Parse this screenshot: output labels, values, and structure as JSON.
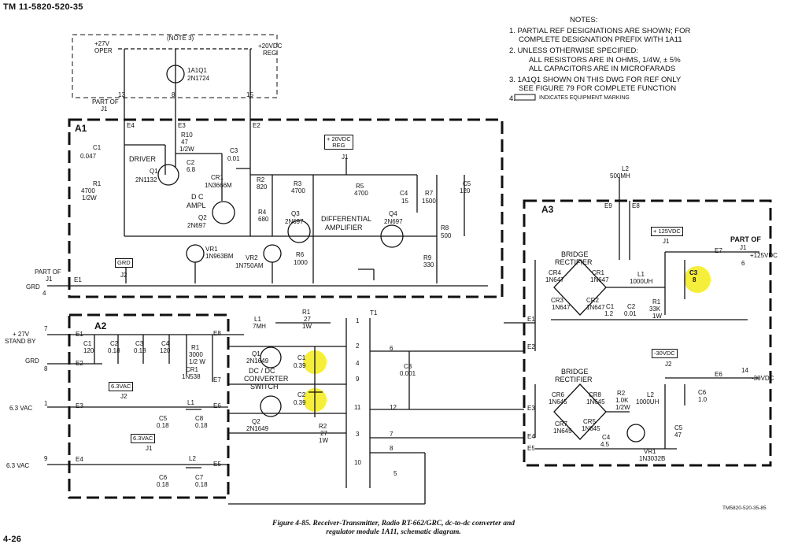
{
  "header": {
    "doc_id": "TM 11-5820-520-35"
  },
  "notes": {
    "title": "NOTES:",
    "items": [
      "1.  PARTIAL REF DESIGNATIONS ARE SHOWN; FOR",
      "COMPLETE DESIGNATION PREFIX WITH 1A11",
      "2.  UNLESS OTHERWISE SPECIFIED:",
      "ALL RESISTORS ARE IN OHMS, 1/4W, ± 5%",
      "ALL CAPACITORS ARE IN MICROFARADS",
      "3.  1A1Q1 SHOWN ON THIS DWG FOR REF ONLY",
      "SEE FIGURE 79 FOR COMPLETE FUNCTION",
      "4.",
      "INDICATES EQUIPMENT MARKING"
    ]
  },
  "modules": {
    "a1": "A1",
    "a2": "A2",
    "a3": "A3"
  },
  "top": {
    "note3": "(NOTE 3)",
    "v27_oper": "+27V",
    "oper": "OPER",
    "v20_reg": "+20VDC",
    "reg": "REG",
    "q_ref": "1A1Q1",
    "q_type": "2N1724",
    "pins": [
      "13",
      "8",
      "15"
    ],
    "part_of": "PART OF",
    "j1": "J1",
    "e_labels": [
      "E4",
      "E3",
      "E2"
    ]
  },
  "a1": {
    "c1": "C1",
    "c1_val": "0.047",
    "driver": "DRIVER",
    "q1": "Q1",
    "q1_type": "2N1132",
    "r1": "R1",
    "r1_val": "4700",
    "r1_w": "1/2W",
    "r10": "R10",
    "r10_val": "47",
    "r10_w": "1/2W",
    "c2": "C2",
    "c2_val": "6.8",
    "c3": "C3",
    "c3_val": "0.01",
    "cr1": "CR1",
    "cr1_type": "1N3666M",
    "r2": "R2",
    "r2_val": "820",
    "dc_ampl": "D C",
    "ampl": "AMPL",
    "q2": "Q2",
    "q2_type": "2N697",
    "r3": "R3",
    "r3_val": "4700",
    "r4": "R4",
    "r4_val": "680",
    "q3": "Q3",
    "q3_type": "2N697",
    "vr1": "VR1",
    "vr1_type": "1N963BM",
    "vr2": "VR2",
    "vr2_type": "1N750AM",
    "r6": "R6",
    "r6_val": "1000",
    "v20": "+ 20VDC",
    "v20_reg": "REG",
    "j1": "J1",
    "r5": "R5",
    "r5_val": "4700",
    "diff": "DIFFERENTIAL",
    "amp": "AMPLIFIER",
    "q4": "Q4",
    "q4_type": "2N697",
    "c4": "C4",
    "c4_val": "15",
    "r7": "R7",
    "r7_val": "1500",
    "r8": "R8",
    "r8_val": "500",
    "r9": "R9",
    "r9_val": "330",
    "c5": "C5",
    "c5_val": "120",
    "grd_box": "GRD",
    "j2": "J2",
    "part_of": "PART OF",
    "j1b": "J1",
    "grd": "GRD",
    "pin4": "4",
    "e1": "E1"
  },
  "a2": {
    "v27": "+ 27V",
    "stand_by": "STAND BY",
    "pin7": "7",
    "e1": "E1",
    "e2": "E2",
    "grd": "GRD",
    "pin8": "8",
    "c1": "C1",
    "c1_val": "120",
    "c2": "C2",
    "c2_val": "0.18",
    "c3": "C3",
    "c3_val": "0.18",
    "c4": "C4",
    "c4_val": "120",
    "r1": "R1",
    "r1_val": "3000",
    "r1_w": "1/2 W",
    "cr1": "CR1",
    "cr1_type": "1N538",
    "e8": "E8",
    "e7": "E7",
    "v63_box": "6.3VAC",
    "j2": "J2",
    "v63": "6.3 VAC",
    "pin1": "1",
    "e3": "E3",
    "c5": "C5",
    "c5_val": "0.18",
    "l1": "L1",
    "c8": "C8",
    "c8_val": "0.18",
    "e6": "E6",
    "v63_box2": "6.3VAC",
    "j1": "J1",
    "v63b": "6.3 VAC",
    "pin9": "9",
    "e4": "E4",
    "l2": "L2",
    "c6": "C6",
    "c6_val": "0.18",
    "c7": "C7",
    "c7_val": "0.18",
    "e5": "E5"
  },
  "mid": {
    "l1": "L1",
    "l1_val": "7MH",
    "r1": "R1",
    "r1_val": "27",
    "r1_w": "1W",
    "q1": "Q1",
    "q1_type": "2N1649",
    "c1": "C1",
    "c1_val": "0.39",
    "dcdc1": "DC / DC",
    "dcdc2": "CONVERTER",
    "dcdc3": "SWITCH",
    "c2": "C2",
    "c2_val": "0.39",
    "q2": "Q2",
    "q2_type": "2N1649",
    "r2": "R2",
    "r2_val": "27",
    "r2_w": "1W",
    "t1": "T1",
    "pins": [
      "1",
      "2",
      "4",
      "9",
      "11",
      "3",
      "10",
      "6",
      "12",
      "7",
      "8",
      "5"
    ],
    "c3": "C3",
    "c3_val": "0.001"
  },
  "a3": {
    "l2": "L2",
    "l2_val": "500MH",
    "e9": "E9",
    "e8": "E8",
    "v125_box": "+ 125VDC",
    "j1": "J1",
    "part_of": "PART OF",
    "j1b": "J1",
    "e7": "E7",
    "v125": "+125VDC",
    "pin6": "6",
    "bridge1": "BRIDGE",
    "rect1": "RECTIFIER",
    "cr4": "CR4",
    "cr4_t": "1N647",
    "cr1": "CR1",
    "cr1_t": "1N647",
    "cr3": "CR3",
    "cr3_t": "1N647",
    "cr2": "CR2",
    "cr2_t": "1N647",
    "l1": "L1",
    "l1_val": "1000UH",
    "c3": "C3",
    "c3_val": "8",
    "c1": "C1",
    "c1_val": "1.2",
    "c2": "C2",
    "c2_val": "0.01",
    "r1": "R1",
    "r1_val": "33K",
    "r1_w": "1W",
    "e1": "E1",
    "e2": "E2",
    "v30_box": "-30VDC",
    "j2": "J2",
    "e6": "E6",
    "pin14": "14",
    "v30": "-30VDC",
    "bridge2": "BRIDGE",
    "rect2": "RECTIFIER",
    "cr6": "CR6",
    "cr6_t": "1N645",
    "cr8": "CR8",
    "cr8_t": "1N645",
    "cr7": "CR7",
    "cr7_t": "1N645",
    "cr5": "CR5",
    "cr5_t": "1N645",
    "r2": "R2",
    "r2_val": "1.0K",
    "r2_w": "1/2W",
    "l2b": "L2",
    "l2b_val": "1000UH",
    "c6": "C6",
    "c6_val": "1.0",
    "c4": "C4",
    "c4_val": "4.5",
    "c5": "C5",
    "c5_val": "47",
    "vr1": "VR1",
    "vr1_type": "1N3032B",
    "e3": "E3",
    "e4": "E4",
    "e5": "E5"
  },
  "footer": {
    "caption1": "Figure 4-85. Receiver-Transmitter, Radio RT-662/GRC, dc-to-dc converter and",
    "caption2": "regulator module 1A11, schematic diagram.",
    "page": "4-26",
    "code": "TM5820-520-35-85"
  },
  "highlight_color": "#f5ee3a"
}
